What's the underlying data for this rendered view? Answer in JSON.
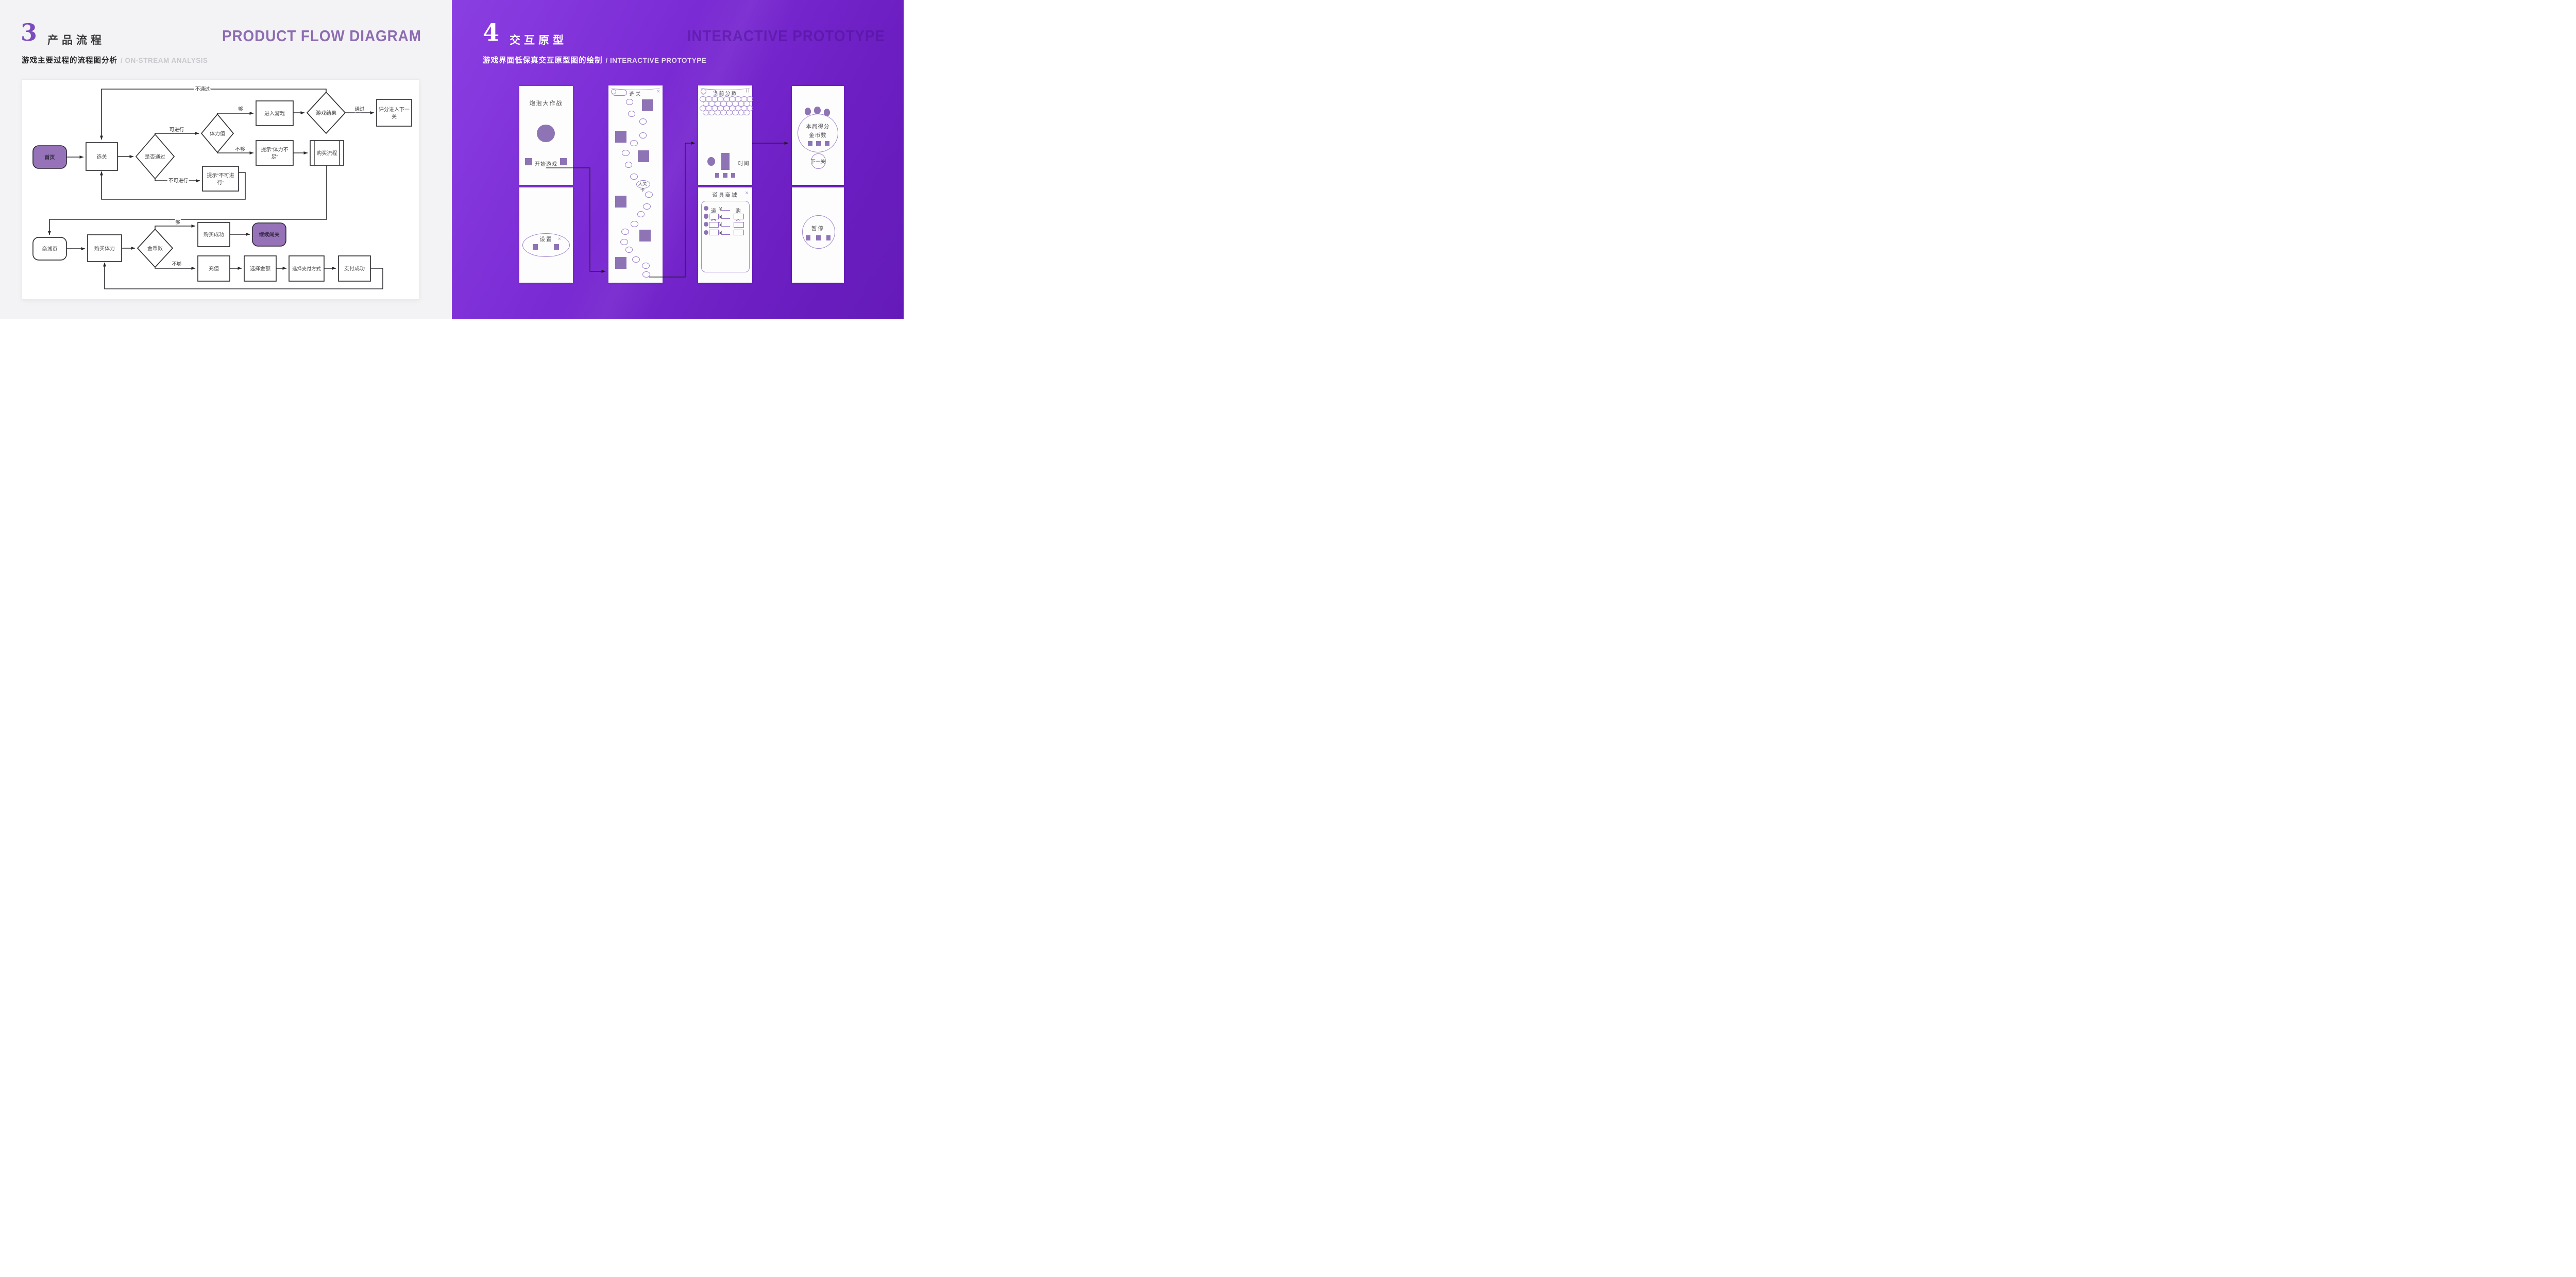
{
  "left": {
    "number": "3",
    "title": "产品流程",
    "heading_en": "PRODUCT FLOW DIAGRAM",
    "subtitle_zh": "游戏主要过程的流程图分析",
    "subtitle_en": "/ ON-STREAM ANALYSIS",
    "flowchart": {
      "nodes": {
        "home": {
          "label": "首页"
        },
        "select_level": {
          "label": "选关"
        },
        "pass_check": {
          "label": "是否通过"
        },
        "stamina": {
          "label": "体力值"
        },
        "enter_game": {
          "label": "进入游戏"
        },
        "game_result": {
          "label": "游戏结果"
        },
        "score_next": {
          "line1": "评分进入下一",
          "line2": "关"
        },
        "tip_stamina": {
          "line1": "提示“体力不",
          "line2": "足”"
        },
        "buy_flow": {
          "label": "购买流程"
        },
        "tip_blocked": {
          "line1": "提示“不可进",
          "line2": "行”"
        },
        "mall": {
          "label": "商城页"
        },
        "buy_stamina": {
          "label": "购买体力"
        },
        "coins": {
          "label": "金币数"
        },
        "buy_ok": {
          "label": "购买成功"
        },
        "continue": {
          "label": "继续闯关"
        },
        "recharge": {
          "label": "充值"
        },
        "amount": {
          "label": "选择金额"
        },
        "pay_method": {
          "label": "选择支付方式"
        },
        "pay_ok": {
          "label": "支付成功"
        }
      },
      "edge_labels": {
        "fail": "不通过",
        "pass": "通过",
        "can": "可进行",
        "cannot": "不可进行",
        "enough_top": "够",
        "not_enough_top": "不够",
        "enough_bottom": "够",
        "not_enough_bottom": "不够"
      }
    }
  },
  "right": {
    "number": "4",
    "title": "交互原型",
    "heading_en": "INTERACTIVE PROTOTYPE",
    "subtitle_zh": "游戏界面低保真交互原型图的绘制",
    "subtitle_en": "/ INTERACTIVE PROTOTYPE",
    "screens": {
      "start": {
        "title": "炮泡大作战",
        "start_label": "开始游戏"
      },
      "level_select": {
        "title": "选关",
        "close_icon": "×",
        "boss_label": "大关卡"
      },
      "score": {
        "title": "当前分数",
        "pause_icon": "| |",
        "time_label": "时间"
      },
      "result": {
        "score_label": "本局得分",
        "coins_label": "金币数",
        "next_label": "下一关"
      },
      "settings": {
        "title": "设置",
        "close_icon": "×"
      },
      "shop": {
        "title": "道具商城",
        "close_icon": "×",
        "col_item": "道具",
        "currency": "¥",
        "col_buy": "购买"
      },
      "pause": {
        "title": "暂停"
      }
    },
    "colors": {
      "wire_fill": "#8e74b5",
      "wire_stroke": "#9d82cc",
      "accent_bg": "#7b2bd4"
    }
  }
}
